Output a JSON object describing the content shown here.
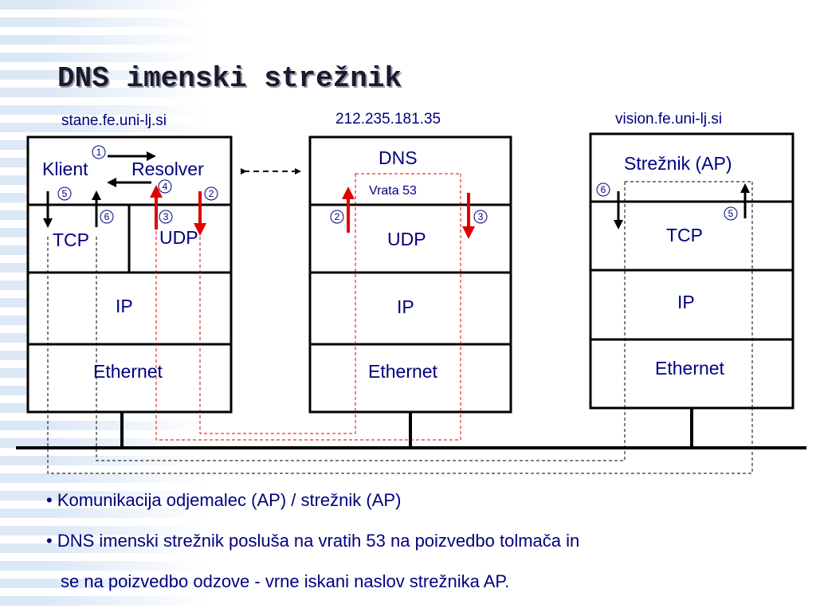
{
  "title": "DNS imenski strežnik",
  "hosts": {
    "client": {
      "name": "stane.fe.uni-lj.si",
      "app_left": "Klient",
      "app_right": "Resolver",
      "transport_left": "TCP",
      "transport_right": "UDP",
      "network": "IP",
      "link": "Ethernet"
    },
    "dns": {
      "name": "212.235.181.35",
      "app": "DNS",
      "port": "Vrata 53",
      "transport": "UDP",
      "network": "IP",
      "link": "Ethernet"
    },
    "server": {
      "name": "vision.fe.uni-lj.si",
      "app": "Strežnik (AP)",
      "transport": "TCP",
      "network": "IP",
      "link": "Ethernet"
    }
  },
  "steps": {
    "client_1": "1",
    "client_2": "2",
    "client_3": "3",
    "client_4": "4",
    "client_5": "5",
    "client_6": "6",
    "dns_2": "2",
    "dns_3": "3",
    "server_5": "5",
    "server_6": "6"
  },
  "bullets": [
    "• Komunikacija odjemalec (AP) / strežnik (AP)",
    "• DNS imenski strežnik posluša na vratih 53 na poizvedbo tolmača in",
    "se na poizvedbo odzove - vrne iskani naslov strežnika AP."
  ],
  "colors": {
    "text": "#000080",
    "request_arrow": "#e00000",
    "dashed_path": "#e00000",
    "box": "#000000",
    "background_stripe": "#dce8f6"
  }
}
